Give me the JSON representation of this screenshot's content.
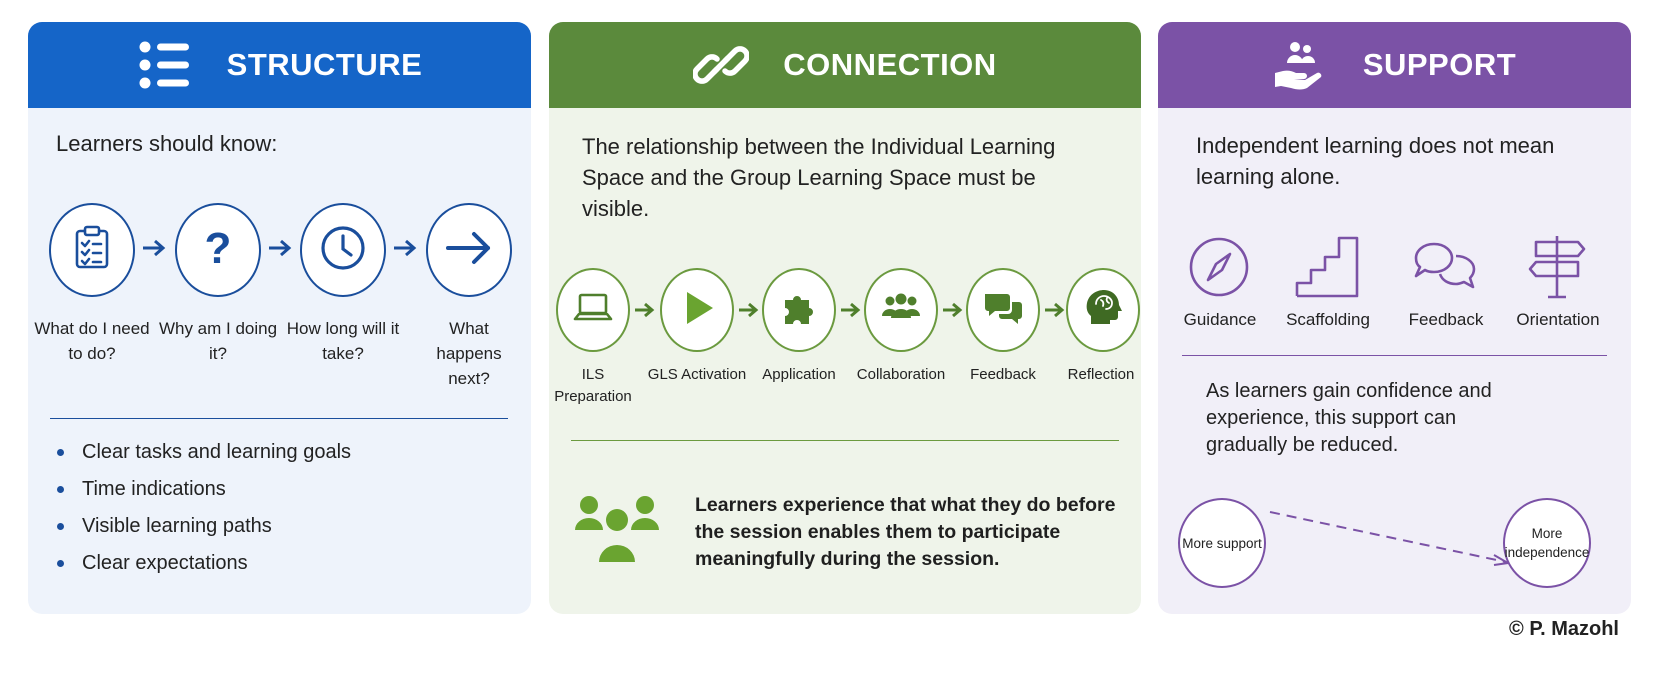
{
  "structure": {
    "title": "STRUCTURE",
    "icon": "list-icon",
    "color": "#1565c8",
    "intro": "Learners should know:",
    "steps": [
      {
        "label": "What do I need to do?",
        "icon": "clipboard-checklist-icon"
      },
      {
        "label": "Why am I doing it?",
        "icon": "question-mark-icon"
      },
      {
        "label": "How long will it take?",
        "icon": "clock-icon"
      },
      {
        "label": "What happens next?",
        "icon": "arrow-right-icon"
      }
    ],
    "bullets": [
      "Clear tasks and learning goals",
      "Time indications",
      "Visible learning paths",
      "Clear expectations"
    ]
  },
  "connection": {
    "title": "CONNECTION",
    "icon": "chain-link-icon",
    "color": "#5b8a3c",
    "intro": "The relationship between the Individual Learning Space and the Group Learning Space must be visible.",
    "steps": [
      {
        "label": "ILS Preparation",
        "icon": "laptop-icon"
      },
      {
        "label": "GLS Activation",
        "icon": "play-icon"
      },
      {
        "label": "Application",
        "icon": "puzzle-piece-icon"
      },
      {
        "label": "Collaboration",
        "icon": "group-icon"
      },
      {
        "label": "Feedback",
        "icon": "speech-bubbles-icon"
      },
      {
        "label": "Reflection",
        "icon": "head-brain-icon"
      }
    ],
    "statement": "Learners experience that what they do before the session enables them to participate meaningfully during the session.",
    "statement_icon": "people-group-icon"
  },
  "support": {
    "title": "SUPPORT",
    "icon": "hand-people-icon",
    "color": "#7b52a6",
    "intro": "Independent learning does not mean learning alone.",
    "items": [
      {
        "label": "Guidance",
        "icon": "compass-icon"
      },
      {
        "label": "Scaffolding",
        "icon": "stairs-icon"
      },
      {
        "label": "Feedback",
        "icon": "chat-bubbles-icon"
      },
      {
        "label": "Orientation",
        "icon": "signpost-icon"
      }
    ],
    "note": "As learners gain confidence and experience, this support can gradually be reduced.",
    "scale_start": "More support",
    "scale_end": "More independence"
  },
  "copyright": "© P. Mazohl"
}
